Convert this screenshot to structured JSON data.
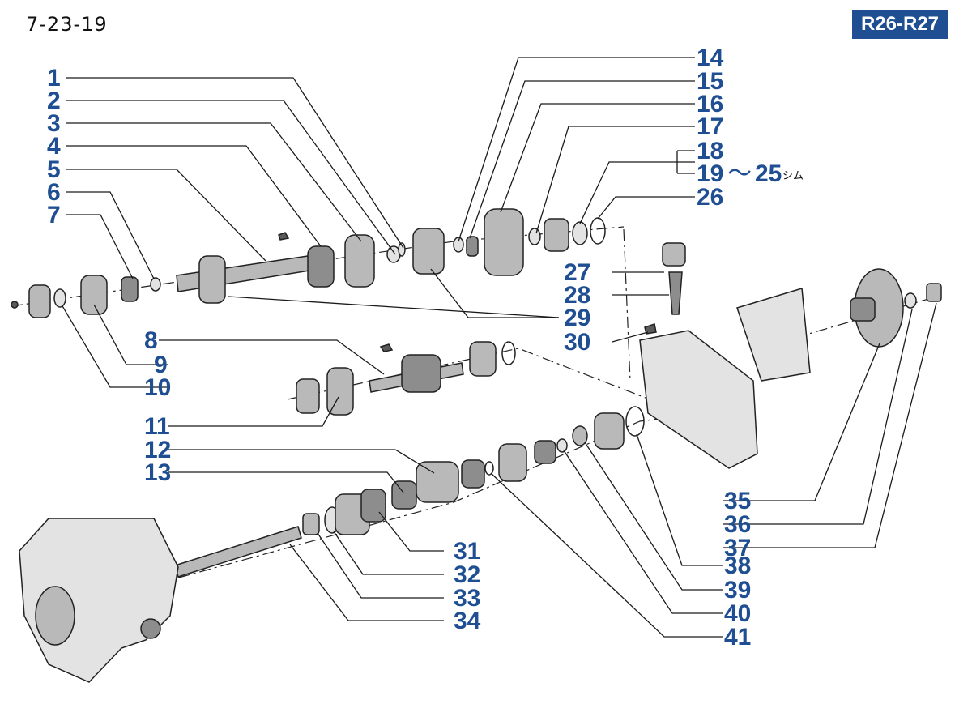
{
  "page_code": "7-23-19",
  "model_badge": "R26-R27",
  "labels": {
    "n1": "1",
    "n2": "2",
    "n3": "3",
    "n4": "4",
    "n5": "5",
    "n6": "6",
    "n7": "7",
    "n8": "8",
    "n9": "9",
    "n10": "10",
    "n11": "11",
    "n12": "12",
    "n13": "13",
    "n14": "14",
    "n15": "15",
    "n16": "16",
    "n17": "17",
    "n18": "18",
    "n19": "19",
    "n25": "25",
    "n26": "26",
    "n27": "27",
    "n28": "28",
    "n29": "29",
    "n30": "30",
    "n31": "31",
    "n32": "32",
    "n33": "33",
    "n34": "34",
    "n35": "35",
    "n36": "36",
    "n37": "37",
    "n38": "38",
    "n39": "39",
    "n40": "40",
    "n41": "41"
  },
  "range_symbol": "〜",
  "shim_note": "シム"
}
